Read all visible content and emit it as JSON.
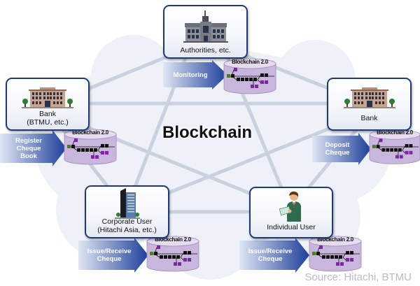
{
  "diagram": {
    "title": "Blockchain",
    "source": "Source: Hitachi, BTMU",
    "ledger_label": "Blockchain 2.0",
    "colors": {
      "node_border": "#1f3a7a",
      "arrow_dark": "#1e3f9a",
      "arrow_light": "#dfe6f4",
      "cylinder": "#c9b6dc",
      "cylinder_top": "#e6dcef",
      "block_black": "#111111",
      "block_purple": "#7a2a9e",
      "block_green": "#4a7a2a",
      "network_line": "#c9d0de",
      "cloud": "#eef1f7"
    },
    "nodes": [
      {
        "id": "authorities",
        "label": "Authorities, etc.",
        "icon": "government-building-icon",
        "action": "Monitoring"
      },
      {
        "id": "bank-btmu",
        "label": "Bank\n(BTMU, etc.)",
        "label_line1": "Bank",
        "label_line2": "(BTMU, etc.)",
        "icon": "bank-building-icon",
        "action": "Register Cheque Book",
        "action_lines": [
          "Register",
          "Cheque",
          "Book"
        ]
      },
      {
        "id": "bank",
        "label": "Bank",
        "icon": "bank-building-icon",
        "action": "Deposit Cheque",
        "action_lines": [
          "Deposit",
          "Cheque"
        ]
      },
      {
        "id": "corporate-user",
        "label_line1": "Corporate User",
        "label_line2": "(Hitachi Asia, etc.)",
        "icon": "office-tower-icon",
        "action": "Issue/Receive Cheque",
        "action_lines": [
          "Issue/Receive",
          "Cheque"
        ]
      },
      {
        "id": "individual-user",
        "label": "Individual User",
        "icon": "person-with-cheque-icon",
        "action": "Issue/Receive Cheque",
        "action_lines": [
          "Issue/Receive",
          "Cheque"
        ]
      }
    ]
  }
}
